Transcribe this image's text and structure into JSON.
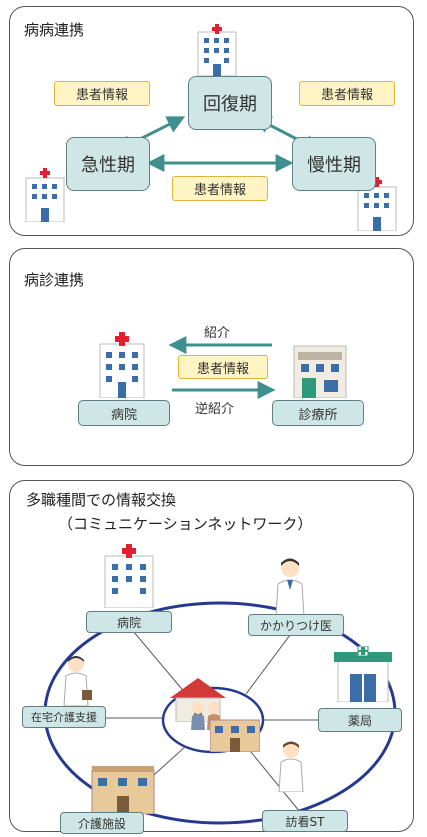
{
  "colors": {
    "teal_box": "#cfe6e6",
    "teal_border": "#5f7f85",
    "arrow": "#3f8f8f",
    "info_fill": "#fff4c4",
    "info_border": "#e0b43a",
    "ring": "#24398f"
  },
  "icons": [
    "hospital-icon",
    "clinic-icon",
    "house-icon",
    "care-facility-icon",
    "doctor-icon",
    "pharmacy-icon",
    "nurse-icon",
    "caregiver-icon",
    "elderly-couple-icon"
  ],
  "section1": {
    "title": "病病連携",
    "nodes": {
      "recovery": "回復期",
      "acute": "急性期",
      "chronic": "慢性期"
    },
    "info_labels": [
      "患者情報",
      "患者情報",
      "患者情報"
    ]
  },
  "section2": {
    "title": "病診連携",
    "hospital": "病院",
    "clinic": "診療所",
    "referral": "紹介",
    "info": "患者情報",
    "reverse_referral": "逆紹介"
  },
  "section3": {
    "title_line1": "多職種間での情報交換",
    "title_line2": "（コミュニケーションネットワーク）",
    "nodes": {
      "hospital": "病院",
      "family_doctor": "かかりつけ医",
      "home_care": "在宅介護支援",
      "pharmacy": "薬局",
      "care_facility": "介護施設",
      "visiting_nurse": "訪看ST"
    }
  }
}
